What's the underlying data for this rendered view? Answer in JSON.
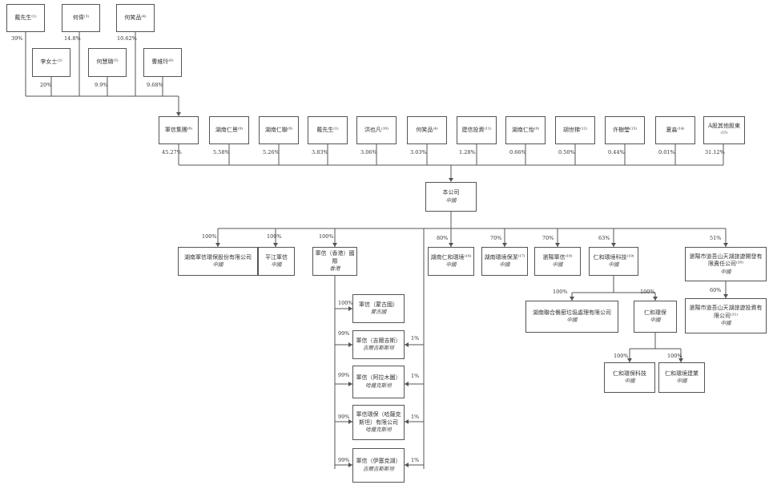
{
  "top": [
    {
      "name": "戴先生⁽¹⁾",
      "pct": "39%"
    },
    {
      "name": "何偉⁽³⁾",
      "pct": "14.8%"
    },
    {
      "name": "何笑品⁽⁴⁾",
      "pct": "10.62%"
    }
  ],
  "second": [
    {
      "name": "李女士⁽²⁾",
      "pct": "20%"
    },
    {
      "name": "何慧璐⁽⁵⁾",
      "pct": "9.9%"
    },
    {
      "name": "曹維玲⁽⁶⁾",
      "pct": "9.68%"
    }
  ],
  "shareholders": [
    {
      "name": "軍信集團⁽⁸⁾",
      "pct": "45.27%"
    },
    {
      "name": "湖南仁景⁽⁹⁾",
      "pct": "5.58%"
    },
    {
      "name": "湖南仁聯⁽⁹⁾",
      "pct": "5.26%"
    },
    {
      "name": "戴先生⁽¹⁾",
      "pct": "3.83%"
    },
    {
      "name": "洪也凡⁽¹⁰⁾",
      "pct": "3.06%"
    },
    {
      "name": "何笑品⁽⁴⁾",
      "pct": "3.03%"
    },
    {
      "name": "建信投資⁽¹¹⁾",
      "pct": "1.28%"
    },
    {
      "name": "湖南仁怡⁽⁹⁾",
      "pct": "0.66%"
    },
    {
      "name": "胡世梯⁽¹²⁾",
      "pct": "0.50%"
    },
    {
      "name": "许樹瑩⁽¹³⁾",
      "pct": "0.44%"
    },
    {
      "name": "夏淼⁽¹⁴⁾",
      "pct": "0.01%"
    },
    {
      "name": "A股其他股東⁽¹⁵⁾",
      "pct": "31.12%"
    }
  ],
  "company": {
    "name": "本公司",
    "loc": "中國"
  },
  "subs": [
    {
      "pct": "100%",
      "name": "湖南軍信環保股份有限公司",
      "loc": "中國"
    },
    {
      "pct": "100%",
      "name": "平江軍信",
      "loc": "中國"
    },
    {
      "pct": "100%",
      "name": "軍信（香港）國際",
      "loc": "香港"
    },
    {
      "pct": "80%",
      "name": "湖南仁和環境⁽¹⁶⁾",
      "loc": "中國"
    },
    {
      "pct": "70%",
      "name": "湖南環境保潔⁽¹⁷⁾",
      "loc": "中國"
    },
    {
      "pct": "70%",
      "name": "瀏陽軍信⁽¹⁸⁾",
      "loc": "中國"
    },
    {
      "pct": "63%",
      "name": "仁和環境科技⁽¹⁹⁾",
      "loc": "中國"
    },
    {
      "pct": "51%",
      "name": "瀏陽市道吾山天湖旅遊開發有限責任公司⁽²⁰⁾",
      "loc": "中國"
    }
  ],
  "hk_subs": [
    {
      "pct_left": "100%",
      "pct_right": "",
      "name": "軍信（蒙古國）",
      "loc": "蒙古國"
    },
    {
      "pct_left": "99%",
      "pct_right": "1%",
      "name": "軍信（吉爾吉斯）",
      "loc": "吉爾吉斯斯坦"
    },
    {
      "pct_left": "99%",
      "pct_right": "1%",
      "name": "軍信（阿拉木圖）",
      "loc": "哈薩克斯坦"
    },
    {
      "pct_left": "99%",
      "pct_right": "1%",
      "name": "軍信環保（哈薩克斯坦）有限公司",
      "loc": "哈薩克斯坦"
    },
    {
      "pct_left": "99%",
      "pct_right": "1%",
      "name": "軍信（伊塞克湖）",
      "loc": "吉爾吉斯斯坦"
    }
  ],
  "renhe_subs": [
    {
      "pct": "100%",
      "name": "湖南聯合餐廚垃圾處理有限公司",
      "loc": "中國"
    },
    {
      "pct": "100%",
      "name": "仁和環保",
      "loc": "中國"
    }
  ],
  "renhe_env_subs": [
    {
      "pct": "100%",
      "name": "仁和環保科技",
      "loc": "中國"
    },
    {
      "pct": "100%",
      "name": "仁和環境建業",
      "loc": "中國"
    }
  ],
  "daowu_sub": {
    "pct": "60%",
    "name": "瀏陽市道吾山天湖旅遊投資有限公司⁽²¹⁾",
    "loc": "中國"
  }
}
